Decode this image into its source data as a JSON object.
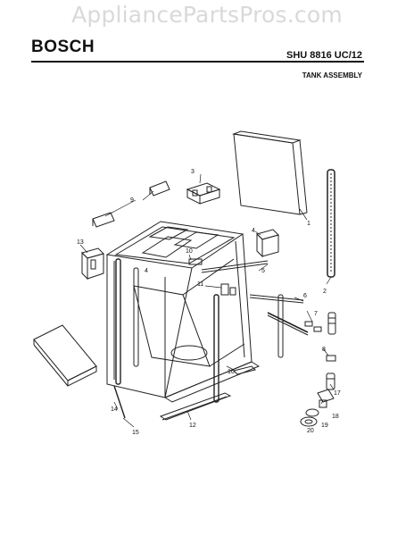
{
  "watermark": "AppliancePartsPros.com",
  "brand": "BOSCH",
  "model": "SHU 8816 UC/12",
  "subtitle": "TANK ASSEMBLY",
  "callouts": [
    "1",
    "2",
    "3",
    "4",
    "4",
    "5",
    "6",
    "7",
    "8",
    "9",
    "10",
    "11",
    "12",
    "13",
    "14",
    "15",
    "16",
    "17",
    "18",
    "19",
    "20"
  ]
}
